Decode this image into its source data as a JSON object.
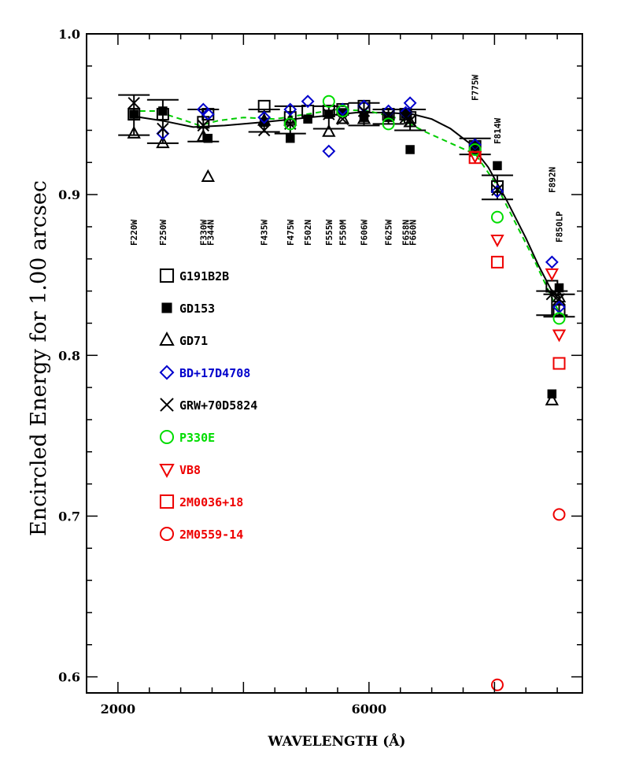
{
  "chart_data": {
    "type": "scatter",
    "title": "",
    "xlabel": "WAVELENGTH (Å)",
    "ylabel": "Encircled Energy for 1.00 arcsec",
    "xlim": [
      1500,
      9400
    ],
    "ylim": [
      0.59,
      1.0
    ],
    "x_ticks": [
      2000,
      6000
    ],
    "y_ticks": [
      0.6,
      0.7,
      0.8,
      0.9,
      1.0
    ],
    "y_tick_labels": [
      "0.6",
      "0.7",
      "0.8",
      "0.9",
      "1.0"
    ],
    "grid": false,
    "legend_placement": "left-center",
    "filters": [
      {
        "label": "F220W",
        "x": 2255
      },
      {
        "label": "F250W",
        "x": 2715
      },
      {
        "label": "F330W",
        "x": 3360
      },
      {
        "label": "F344N",
        "x": 3435
      },
      {
        "label": "F435W",
        "x": 4330
      },
      {
        "label": "F475W",
        "x": 4745
      },
      {
        "label": "F502N",
        "x": 5025
      },
      {
        "label": "F555W",
        "x": 5360
      },
      {
        "label": "F550M",
        "x": 5580
      },
      {
        "label": "F606W",
        "x": 5920
      },
      {
        "label": "F625W",
        "x": 6310
      },
      {
        "label": "F658N",
        "x": 6585
      },
      {
        "label": "F660N",
        "x": 6655
      },
      {
        "label": "F775W",
        "x": 7690
      },
      {
        "label": "F814W",
        "x": 8045
      },
      {
        "label": "F892N",
        "x": 8915
      },
      {
        "label": "F850LP",
        "x": 9030
      }
    ],
    "series": [
      {
        "name": "G191B2B",
        "marker": "square-open",
        "color": "#000000",
        "points": [
          [
            2255,
            0.95
          ],
          [
            2715,
            0.95
          ],
          [
            3360,
            0.945
          ],
          [
            3435,
            0.95
          ],
          [
            4330,
            0.955
          ],
          [
            4745,
            0.948
          ],
          [
            5025,
            0.952
          ],
          [
            5360,
            0.952
          ],
          [
            5580,
            0.953
          ],
          [
            5920,
            0.955
          ],
          [
            6310,
            0.95
          ],
          [
            6585,
            0.95
          ],
          [
            6655,
            0.948
          ],
          [
            7690,
            0.93
          ],
          [
            8045,
            0.905
          ],
          [
            8915,
            0.843
          ],
          [
            9030,
            0.828
          ]
        ]
      },
      {
        "name": "GD153",
        "marker": "square-filled",
        "color": "#000000",
        "points": [
          [
            2255,
            0.95
          ],
          [
            2715,
            0.952
          ],
          [
            3435,
            0.935
          ],
          [
            4330,
            0.945
          ],
          [
            4745,
            0.935
          ],
          [
            5025,
            0.947
          ],
          [
            5360,
            0.95
          ],
          [
            5580,
            0.951
          ],
          [
            5920,
            0.948
          ],
          [
            6310,
            0.948
          ],
          [
            6585,
            0.95
          ],
          [
            6655,
            0.928
          ],
          [
            7690,
            0.93
          ],
          [
            8045,
            0.918
          ],
          [
            8915,
            0.776
          ],
          [
            9030,
            0.842
          ]
        ]
      },
      {
        "name": "GD71",
        "marker": "triangle-up",
        "color": "#000000",
        "points": [
          [
            2255,
            0.938
          ],
          [
            2715,
            0.932
          ],
          [
            3360,
            0.936
          ],
          [
            3435,
            0.911
          ],
          [
            4330,
            0.946
          ],
          [
            4745,
            0.946
          ],
          [
            5360,
            0.939
          ],
          [
            5580,
            0.947
          ],
          [
            5920,
            0.947
          ],
          [
            6655,
            0.945
          ],
          [
            8915,
            0.772
          ],
          [
            9030,
            0.836
          ]
        ]
      },
      {
        "name": "BD+17D4708",
        "marker": "diamond-open",
        "color": "#0000cc",
        "points": [
          [
            2715,
            0.938
          ],
          [
            3360,
            0.953
          ],
          [
            3435,
            0.95
          ],
          [
            4330,
            0.948
          ],
          [
            4745,
            0.953
          ],
          [
            5025,
            0.958
          ],
          [
            5360,
            0.927
          ],
          [
            5580,
            0.953
          ],
          [
            5920,
            0.955
          ],
          [
            6310,
            0.952
          ],
          [
            6585,
            0.951
          ],
          [
            6655,
            0.957
          ],
          [
            7690,
            0.931
          ],
          [
            8045,
            0.902
          ],
          [
            8915,
            0.858
          ],
          [
            9030,
            0.83
          ]
        ]
      },
      {
        "name": "GRW+70D5824",
        "marker": "x",
        "color": "#000000",
        "points": [
          [
            2255,
            0.957
          ],
          [
            2715,
            0.941
          ],
          [
            3360,
            0.943
          ],
          [
            4330,
            0.94
          ],
          [
            4745,
            0.944
          ],
          [
            5360,
            0.95
          ],
          [
            5580,
            0.947
          ],
          [
            5920,
            0.952
          ],
          [
            6310,
            0.949
          ],
          [
            6585,
            0.948
          ],
          [
            6655,
            0.946
          ],
          [
            7690,
            0.927
          ],
          [
            8045,
            0.903
          ],
          [
            8915,
            0.838
          ],
          [
            9030,
            0.835
          ]
        ]
      },
      {
        "name": "P330E",
        "marker": "circle-open",
        "color": "#00dd00",
        "points": [
          [
            4745,
            0.944
          ],
          [
            5360,
            0.958
          ],
          [
            5580,
            0.952
          ],
          [
            6310,
            0.944
          ],
          [
            7690,
            0.928
          ],
          [
            8045,
            0.886
          ],
          [
            9030,
            0.823
          ]
        ]
      },
      {
        "name": "VB8",
        "marker": "triangle-down",
        "color": "#ee0000",
        "points": [
          [
            7690,
            0.924
          ],
          [
            8045,
            0.872
          ],
          [
            8915,
            0.851
          ],
          [
            9030,
            0.813
          ]
        ]
      },
      {
        "name": "2M0036+18",
        "marker": "square-open",
        "color": "#ee0000",
        "points": [
          [
            7690,
            0.923
          ],
          [
            8045,
            0.858
          ],
          [
            9030,
            0.795
          ]
        ]
      },
      {
        "name": "2M0559-14",
        "marker": "circle-open",
        "color": "#ee0000",
        "points": [
          [
            8045,
            0.595
          ],
          [
            9030,
            0.701
          ]
        ]
      }
    ],
    "error_bars": [
      {
        "x": 2255,
        "low": 0.937,
        "high": 0.962
      },
      {
        "x": 2715,
        "low": 0.932,
        "high": 0.959
      },
      {
        "x": 3360,
        "low": 0.933,
        "high": 0.953
      },
      {
        "x": 4330,
        "low": 0.939,
        "high": 0.953
      },
      {
        "x": 4745,
        "low": 0.938,
        "high": 0.955
      },
      {
        "x": 5360,
        "low": 0.941,
        "high": 0.955
      },
      {
        "x": 5920,
        "low": 0.943,
        "high": 0.957
      },
      {
        "x": 6310,
        "low": 0.944,
        "high": 0.953
      },
      {
        "x": 6655,
        "low": 0.94,
        "high": 0.953
      },
      {
        "x": 7690,
        "low": 0.925,
        "high": 0.935
      },
      {
        "x": 8045,
        "low": 0.897,
        "high": 0.912
      },
      {
        "x": 8915,
        "low": 0.825,
        "high": 0.84
      },
      {
        "x": 9030,
        "low": 0.824,
        "high": 0.838
      }
    ],
    "fit_lines": [
      {
        "color": "#000000",
        "style": "solid",
        "points": [
          [
            2200,
            0.949
          ],
          [
            2700,
            0.946
          ],
          [
            3200,
            0.942
          ],
          [
            3700,
            0.943
          ],
          [
            4300,
            0.945
          ],
          [
            4800,
            0.947
          ],
          [
            5300,
            0.949
          ],
          [
            5800,
            0.951
          ],
          [
            6300,
            0.951
          ],
          [
            6700,
            0.95
          ],
          [
            7000,
            0.947
          ],
          [
            7300,
            0.941
          ],
          [
            7600,
            0.932
          ],
          [
            7900,
            0.917
          ],
          [
            8200,
            0.896
          ],
          [
            8500,
            0.873
          ],
          [
            8700,
            0.856
          ],
          [
            8900,
            0.841
          ],
          [
            9050,
            0.836
          ]
        ]
      },
      {
        "color": "#00cc00",
        "style": "dashed",
        "points": [
          [
            2200,
            0.952
          ],
          [
            2600,
            0.952
          ],
          [
            3000,
            0.947
          ],
          [
            3300,
            0.943
          ],
          [
            3600,
            0.946
          ],
          [
            4000,
            0.948
          ],
          [
            4500,
            0.947
          ],
          [
            5000,
            0.95
          ],
          [
            5500,
            0.953
          ],
          [
            6000,
            0.952
          ],
          [
            6500,
            0.947
          ],
          [
            6900,
            0.939
          ],
          [
            7300,
            0.932
          ],
          [
            7700,
            0.925
          ],
          [
            8000,
            0.908
          ],
          [
            8300,
            0.885
          ],
          [
            8600,
            0.862
          ],
          [
            8900,
            0.837
          ],
          [
            9050,
            0.825
          ]
        ]
      }
    ]
  }
}
